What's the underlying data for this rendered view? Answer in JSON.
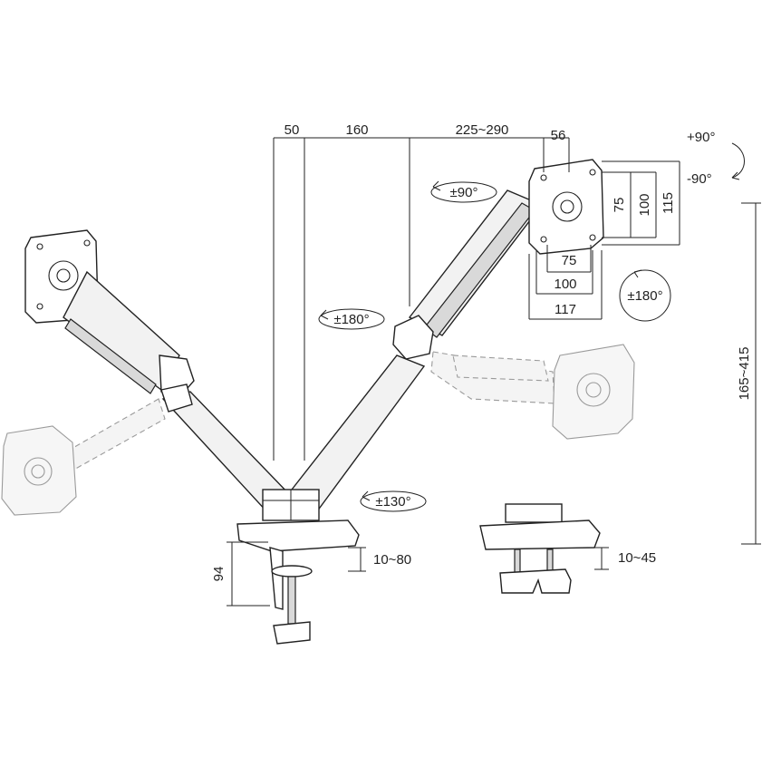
{
  "dimensions": {
    "arm_offset": "50",
    "arm_segment_1": "160",
    "arm_segment_2": "225~290",
    "head_depth": "56",
    "vesa_75": "75",
    "vesa_100": "100",
    "vesa_117": "117",
    "vesa_115": "115",
    "height_range": "165~415",
    "clamp_height": "94",
    "clamp_range": "10~80",
    "grommet_range": "10~45"
  },
  "angles": {
    "tilt_up": "+90°",
    "tilt_down": "-90°",
    "swivel_head": "±90°",
    "rotate_panel": "±180°",
    "swivel_arm": "±180°",
    "swivel_base": "±130°"
  }
}
